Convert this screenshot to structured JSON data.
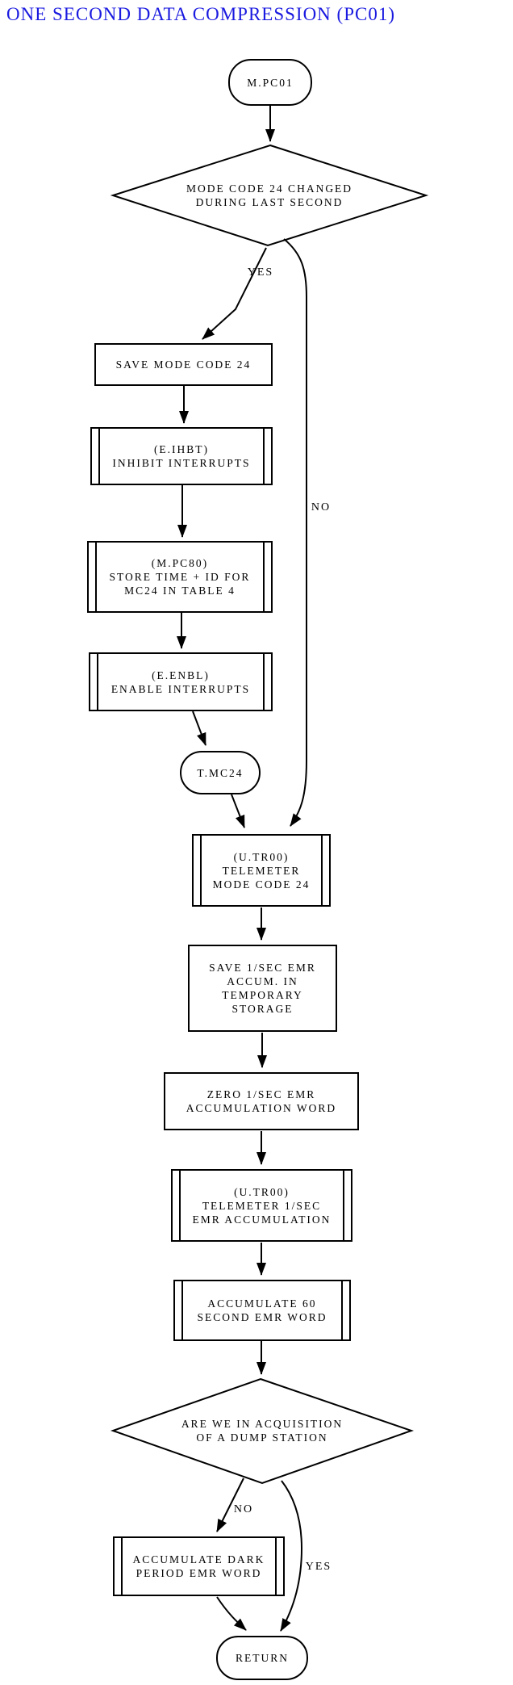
{
  "title": "ONE SECOND DATA COMPRESSION (PC01)",
  "colors": {
    "title": "#1a1ae0",
    "line": "#000000",
    "background": "#ffffff"
  },
  "nodes": {
    "start": {
      "label": "M.PC01"
    },
    "decision_mode_code": {
      "lines": [
        "MODE CODE 24 CHANGED",
        "DURING LAST SECOND"
      ]
    },
    "save_mode_code": {
      "lines": [
        "SAVE MODE CODE 24"
      ]
    },
    "inhibit_interrupts": {
      "lines": [
        "(E.IHBT)",
        "INHIBIT INTERRUPTS"
      ]
    },
    "store_time": {
      "lines": [
        "(M.PC80)",
        "STORE TIME + ID FOR",
        "MC24 IN TABLE 4"
      ]
    },
    "enable_interrupts": {
      "lines": [
        "(E.ENBL)",
        "ENABLE INTERRUPTS"
      ]
    },
    "tmc24": {
      "label": "T.MC24"
    },
    "telemeter_mode_code": {
      "lines": [
        "(U.TR00)",
        "TELEMETER",
        "MODE CODE 24"
      ]
    },
    "save_emr": {
      "lines": [
        "SAVE 1/SEC EMR",
        "ACCUM. IN",
        "TEMPORARY",
        "STORAGE"
      ]
    },
    "zero_emr": {
      "lines": [
        "ZERO 1/SEC EMR",
        "ACCUMULATION WORD"
      ]
    },
    "telemeter_emr": {
      "lines": [
        "(U.TR00)",
        "TELEMETER 1/SEC",
        "EMR ACCUMULATION"
      ]
    },
    "accumulate_60": {
      "lines": [
        "ACCUMULATE 60",
        "SECOND EMR WORD"
      ]
    },
    "decision_acquisition": {
      "lines": [
        "ARE WE IN ACQUISITION",
        "OF A DUMP STATION"
      ]
    },
    "accumulate_dark": {
      "lines": [
        "ACCUMULATE DARK",
        "PERIOD EMR WORD"
      ]
    },
    "return": {
      "label": "RETURN"
    }
  },
  "edge_labels": {
    "yes1": "YES",
    "no1": "NO",
    "no2": "NO",
    "yes2": "YES"
  }
}
